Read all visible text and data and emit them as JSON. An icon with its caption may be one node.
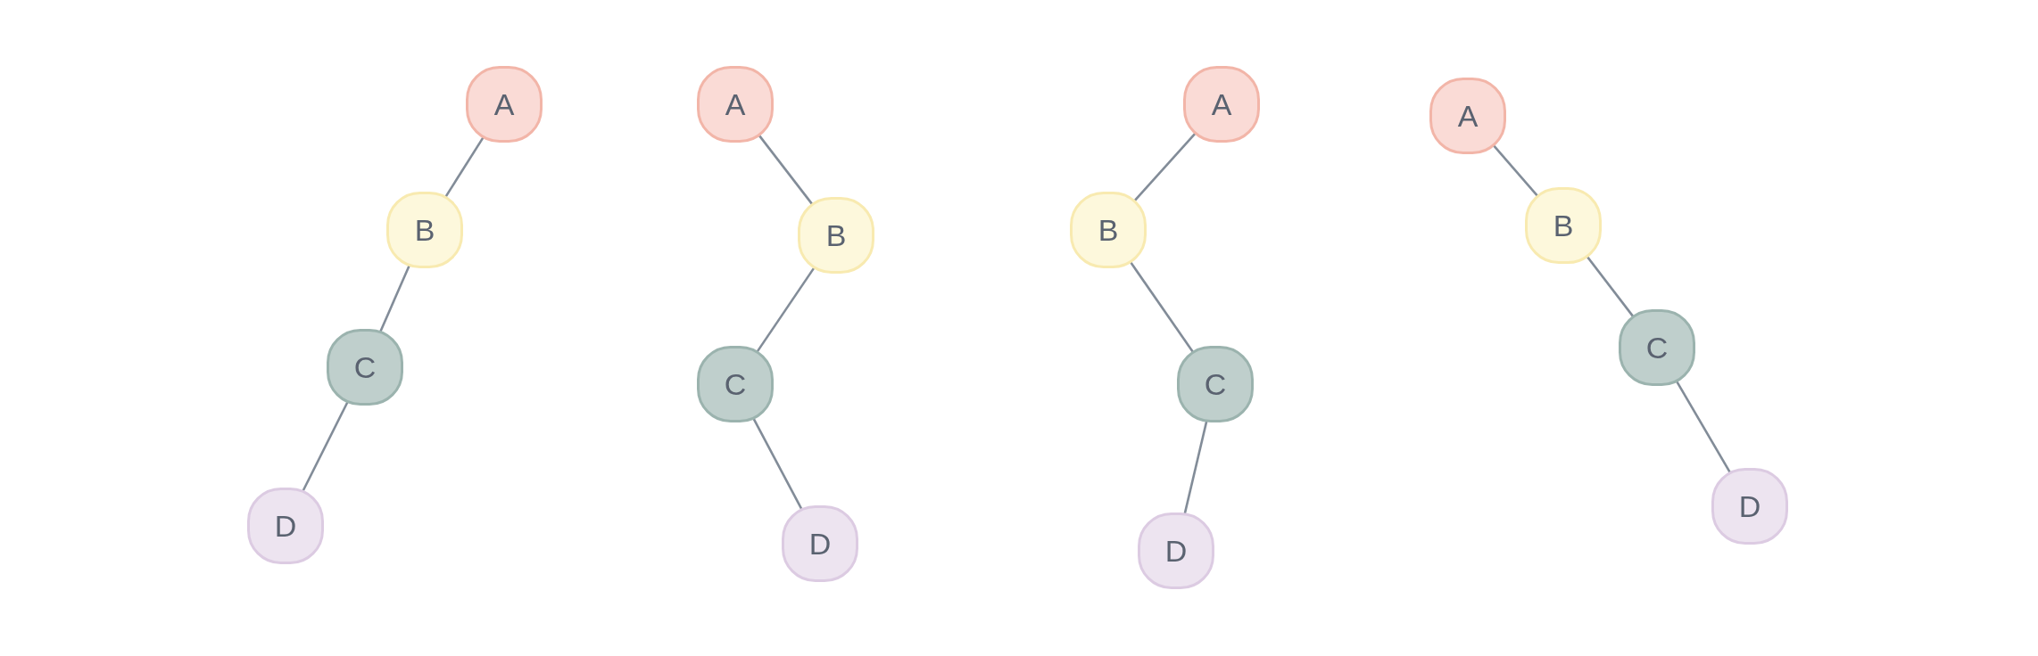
{
  "diagram": {
    "nodes": [
      {
        "text": [
          "A"
        ]
      },
      {
        "text": [
          "B"
        ]
      },
      {
        "text": [
          "C"
        ]
      },
      {
        "text": [
          "D"
        ]
      },
      {
        "text": [
          "A"
        ]
      },
      {
        "text": [
          "B"
        ]
      },
      {
        "text": [
          "C"
        ]
      },
      {
        "text": [
          "D"
        ]
      },
      {
        "text": [
          "A"
        ]
      },
      {
        "text": [
          "B"
        ]
      },
      {
        "text": [
          "C"
        ]
      },
      {
        "text": [
          "D"
        ]
      },
      {
        "text": [
          "A"
        ]
      },
      {
        "text": [
          "B"
        ]
      },
      {
        "text": [
          "C"
        ]
      },
      {
        "text": [
          "D"
        ]
      }
    ],
    "edges": [
      {
        "from": 0,
        "to": 1,
        "arrow": "none"
      },
      {
        "from": 1,
        "to": 2,
        "arrow": "none"
      },
      {
        "from": 2,
        "to": 3,
        "arrow": "none"
      },
      {
        "from": 4,
        "to": 5,
        "arrow": "none"
      },
      {
        "from": 5,
        "to": 6,
        "arrow": "none"
      },
      {
        "from": 6,
        "to": 7,
        "arrow": "none"
      },
      {
        "from": 8,
        "to": 9,
        "arrow": "none"
      },
      {
        "from": 9,
        "to": 10,
        "arrow": "none"
      },
      {
        "from": 10,
        "to": 11,
        "arrow": "none"
      },
      {
        "from": 12,
        "to": 13,
        "arrow": "none"
      },
      {
        "from": 13,
        "to": 14,
        "arrow": "none"
      },
      {
        "from": 14,
        "to": 15,
        "arrow": "none"
      }
    ]
  }
}
